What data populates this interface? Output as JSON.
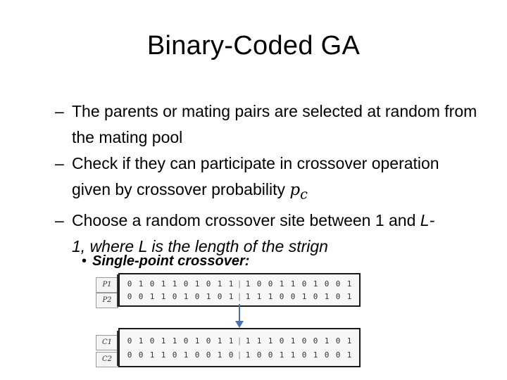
{
  "slide": {
    "title": "Binary-Coded GA",
    "bullets": {
      "b1": {
        "dash": "–",
        "text": "The parents or mating pairs are selected at random from the mating pool"
      },
      "b2": {
        "dash": "–",
        "text": "Check if they can participate in crossover operation given by crossover probability ",
        "symbol": "p",
        "symbol_sub": "c"
      },
      "b3": {
        "dash": "–",
        "text": "Choose a random crossover site between 1 and ",
        "var": "L-",
        "rest": "1, where L is the length of the strign"
      }
    },
    "sub_bullet": {
      "dot": "•",
      "text": "Single-point crossover:"
    }
  },
  "crossover": {
    "parents": {
      "labels": {
        "p1": "P1",
        "p2": "P2"
      },
      "rows": [
        {
          "left": [
            "0",
            "1",
            "0",
            "1",
            "1",
            "0",
            "1",
            "0",
            "1",
            "1"
          ],
          "right": [
            "1",
            "0",
            "0",
            "1",
            "1",
            "0",
            "1",
            "0",
            "0",
            "1"
          ]
        },
        {
          "left": [
            "0",
            "0",
            "1",
            "1",
            "0",
            "1",
            "0",
            "1",
            "0",
            "1"
          ],
          "right": [
            "1",
            "1",
            "1",
            "0",
            "0",
            "1",
            "0",
            "1",
            "0",
            "1"
          ]
        }
      ]
    },
    "children": {
      "labels": {
        "c1": "C1",
        "c2": "C2"
      },
      "rows": [
        {
          "left": [
            "0",
            "1",
            "0",
            "1",
            "1",
            "0",
            "1",
            "0",
            "1",
            "1"
          ],
          "right": [
            "1",
            "1",
            "1",
            "0",
            "1",
            "0",
            "0",
            "1",
            "0",
            "1"
          ]
        },
        {
          "left": [
            "0",
            "0",
            "1",
            "1",
            "0",
            "1",
            "0",
            "0",
            "1",
            "0"
          ],
          "right": [
            "1",
            "0",
            "0",
            "1",
            "1",
            "0",
            "1",
            "0",
            "0",
            "1"
          ]
        }
      ]
    },
    "separator": "|",
    "arrow_color": "#4a6fb5"
  }
}
